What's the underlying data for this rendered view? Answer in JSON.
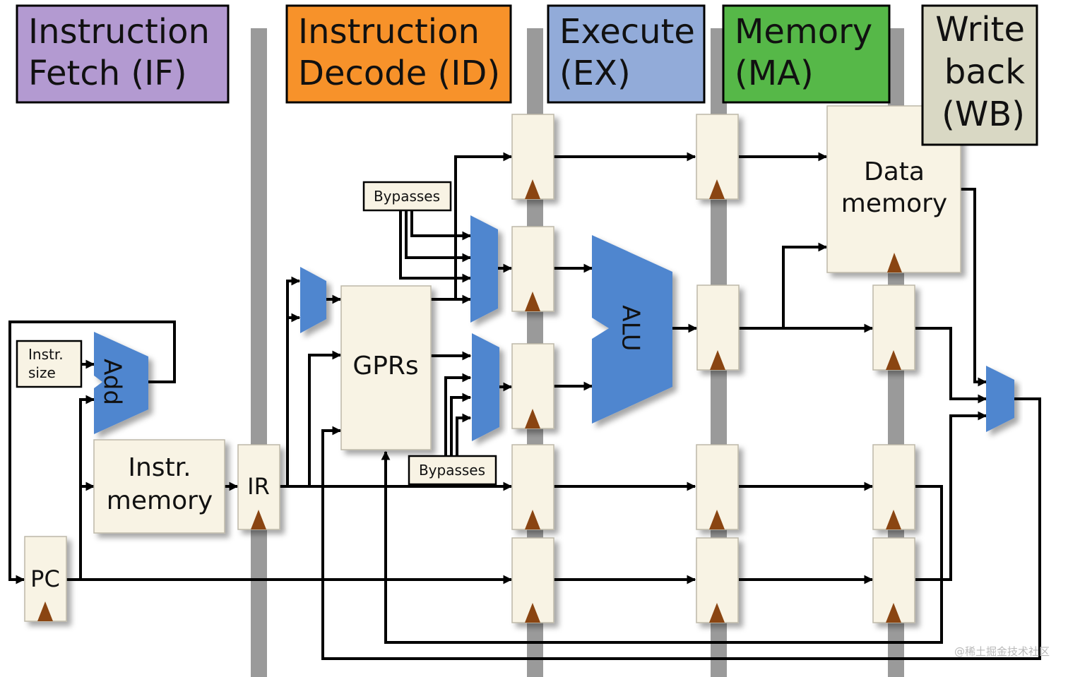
{
  "stages": {
    "if": {
      "line1": "Instruction",
      "line2": "Fetch (IF)",
      "color": "#b39ad1"
    },
    "id": {
      "line1": "Instruction",
      "line2": "Decode (ID)",
      "color": "#f7922a"
    },
    "ex": {
      "line1": "Execute",
      "line2": "(EX)",
      "color": "#92abd9"
    },
    "ma": {
      "line1": "Memory",
      "line2": "(MA)",
      "color": "#56b848"
    },
    "wb": {
      "line1": "Write",
      "line2": "back",
      "line3": "(WB)",
      "color": "#d9d8c4"
    }
  },
  "blocks": {
    "pc": "PC",
    "ir": "IR",
    "instr_memory": {
      "line1": "Instr.",
      "line2": "memory"
    },
    "instr_size": {
      "line1": "Instr.",
      "line2": "size"
    },
    "adder": "Add",
    "gprs": "GPRs",
    "alu": "ALU",
    "data_memory": {
      "line1": "Data",
      "line2": "memory"
    },
    "bypasses_top": "Bypasses",
    "bypasses_bottom": "Bypasses"
  },
  "colors": {
    "functional_unit": "#4f86cf",
    "register_fill": "#f8f3e4",
    "clock_marker": "#8a4512",
    "pipeline_bar": "#9a9a9a"
  },
  "watermark": "@稀土掘金技术社区"
}
